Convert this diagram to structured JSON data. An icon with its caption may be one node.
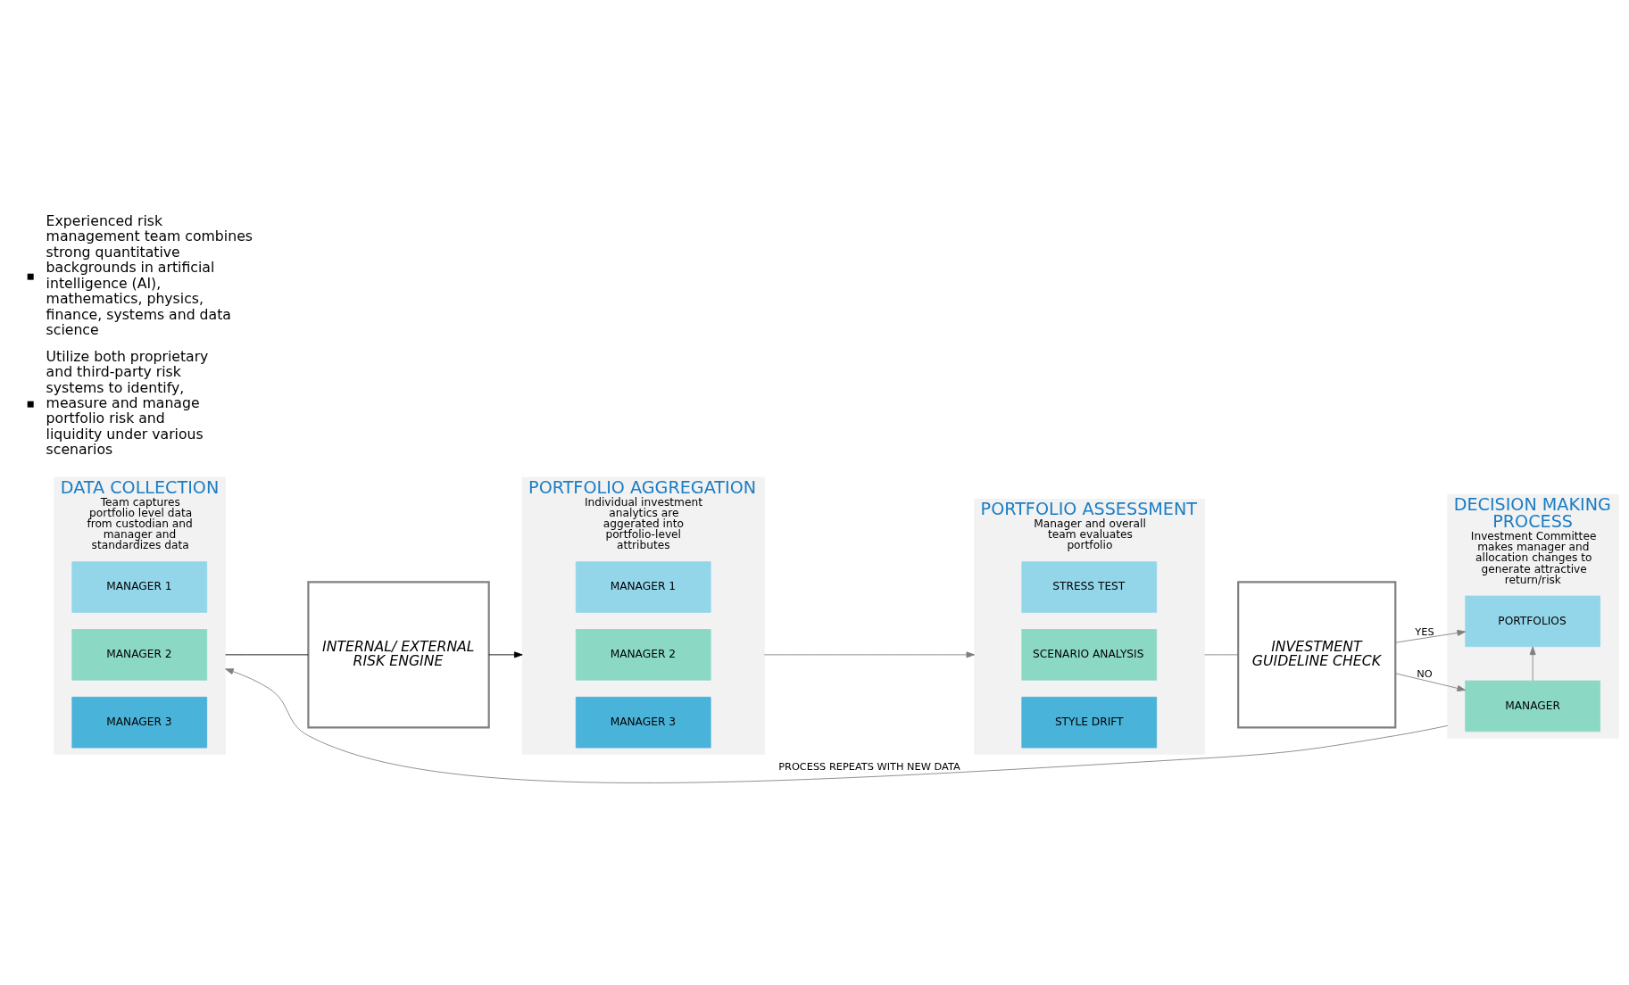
{
  "diagram": {
    "nodes": [
      {
        "text": [
          "DATA COLLECTION",
          "Team captures portfolio level data from custodian and manager and standardizes data"
        ]
      },
      {
        "text": [
          "MANAGER 1"
        ],
        "in": 0
      },
      {
        "text": [
          "MANAGER 2"
        ],
        "in": 0
      },
      {
        "text": [
          "MANAGER 3"
        ],
        "in": 0
      },
      {
        "text": [
          "INTERNAL/ EXTERNAL RISK ENGINE"
        ]
      },
      {
        "text": [
          "PORTFOLIO AGGREGATION",
          "Individual investment analytics are aggerated into portfolio-level attributes"
        ]
      },
      {
        "text": [
          "MANAGER 1"
        ],
        "in": 5
      },
      {
        "text": [
          "MANAGER 2"
        ],
        "in": 5
      },
      {
        "text": [
          "MANAGER 3"
        ],
        "in": 5
      },
      {
        "text": [
          "PORTFOLIO ASSESSMENT",
          "Manager and overall team evaluates portfolio"
        ]
      },
      {
        "text": [
          "STRESS TEST"
        ],
        "in": 9
      },
      {
        "text": [
          "SCENARIO ANALYSIS"
        ],
        "in": 9
      },
      {
        "text": [
          "STYLE DRIFT"
        ],
        "in": 9
      },
      {
        "text": [
          "INVESTMENT GUIDELINE CHECK"
        ]
      },
      {
        "text": [
          "DECISION MAKING PROCESS",
          "Investment Committee makes manager and allocation changes to generate attractive return/risk"
        ]
      },
      {
        "text": [
          "PORTFOLIOS"
        ],
        "in": 14
      },
      {
        "text": [
          "MANAGER"
        ],
        "in": 14
      }
    ],
    "edges": [
      {
        "from": 0,
        "to": 4,
        "arrow": "none",
        "color": "#000000"
      },
      {
        "from": 4,
        "to": 5,
        "arrow": "to",
        "color": "#000000"
      },
      {
        "from": 5,
        "to": 9,
        "arrow": "to"
      },
      {
        "from": 9,
        "to": 13,
        "arrow": "none"
      },
      {
        "from": 13,
        "to": 15,
        "arrow": "to",
        "label": "YES"
      },
      {
        "from": 13,
        "to": 16,
        "arrow": "to",
        "label": "NO"
      },
      {
        "from": 16,
        "to": 15,
        "arrow": "to"
      },
      {
        "from": 14,
        "to": 0,
        "arrow": "to",
        "label": "PROCESS REPEATS WITH NEW DATA"
      }
    ],
    "labels": [
      "Experienced risk management team combines strong quantitative backgrounds in artificial intelligence (AI), mathematics, physics, finance, systems and data science",
      "Utilize both proprietary and third-party risk systems to identify, measure and manage portfolio risk and liquidity under various scenarios"
    ]
  }
}
